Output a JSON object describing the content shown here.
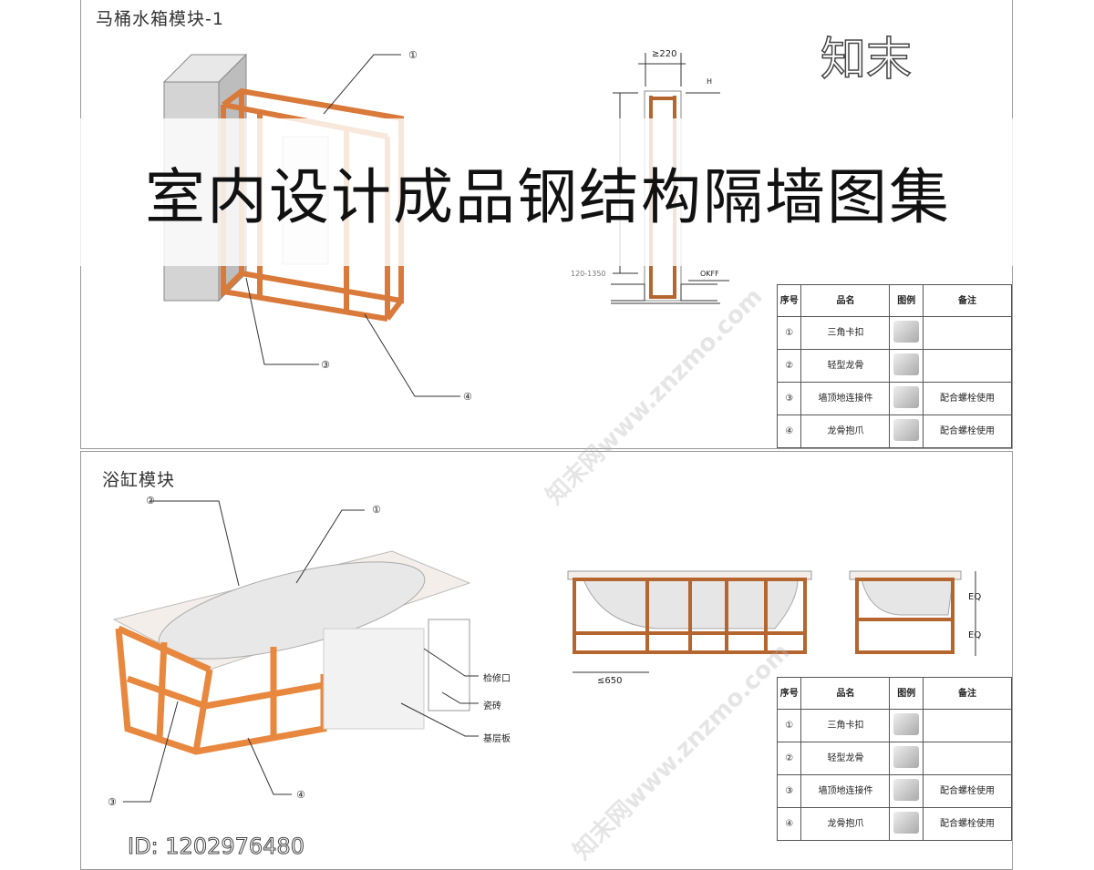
{
  "title": "室内设计成品钢结构隔墙图集",
  "watermark": "知末网www.znzmo.com",
  "logo": "知末",
  "id_text": "ID: 1202976480",
  "toilet_section": {
    "title": "马桶水箱模块-1",
    "callouts": [
      "①",
      "③",
      "④"
    ],
    "dims": {
      "width": "≥220",
      "top_mark": "H",
      "height": "120-1350",
      "floor_mark": "OKFF"
    },
    "table": {
      "headers": [
        "序号",
        "品名",
        "图例",
        "备注"
      ],
      "rows": [
        {
          "no": "①",
          "name": "三角卡扣",
          "icon": "triangle-clip-icon",
          "note": ""
        },
        {
          "no": "②",
          "name": "轻型龙骨",
          "icon": "light-keel-icon",
          "note": ""
        },
        {
          "no": "③",
          "name": "墙顶地连接件",
          "icon": "connector-icon",
          "note": "配合螺栓使用"
        },
        {
          "no": "④",
          "name": "龙骨抱爪",
          "icon": "keel-claw-icon",
          "note": "配合螺栓使用"
        }
      ]
    }
  },
  "bathtub_section": {
    "title": "浴缸模块",
    "callouts": [
      "②",
      "①",
      "③",
      "④"
    ],
    "labels": [
      "检修口",
      "瓷砖",
      "基层板"
    ],
    "dims": {
      "width": "≤650",
      "eq1": "EQ",
      "eq2": "EQ"
    },
    "table": {
      "headers": [
        "序号",
        "品名",
        "图例",
        "备注"
      ],
      "rows": [
        {
          "no": "①",
          "name": "三角卡扣",
          "icon": "triangle-clip-icon",
          "note": ""
        },
        {
          "no": "②",
          "name": "轻型龙骨",
          "icon": "light-keel-icon",
          "note": ""
        },
        {
          "no": "③",
          "name": "墙顶地连接件",
          "icon": "connector-icon",
          "note": "配合螺栓使用"
        },
        {
          "no": "④",
          "name": "龙骨抱爪",
          "icon": "keel-claw-icon",
          "note": "配合螺栓使用"
        }
      ]
    }
  },
  "colors": {
    "frame": "#d9793a",
    "line": "#333333"
  }
}
